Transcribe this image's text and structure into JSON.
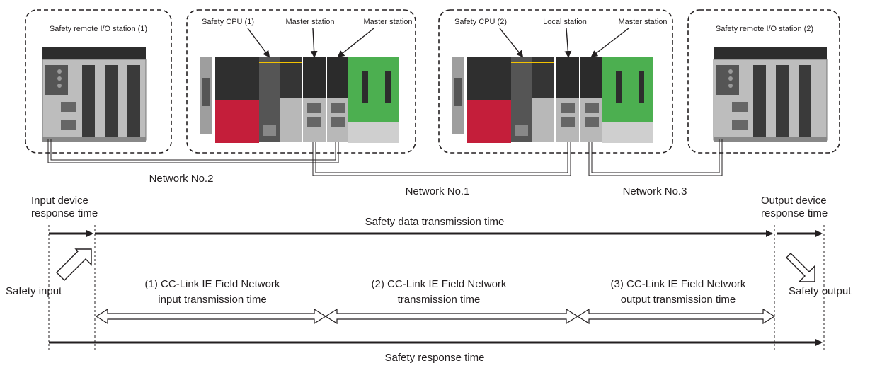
{
  "stations": {
    "remote1": "Safety remote I/O station (1)",
    "cpu1": "Safety CPU (1)",
    "master_a": "Master station",
    "master_b": "Master station",
    "cpu2": "Safety CPU (2)",
    "local": "Local station",
    "master_c": "Master station",
    "remote2": "Safety remote I/O station (2)"
  },
  "networks": {
    "net2": "Network No.2",
    "net1": "Network No.1",
    "net3": "Network No.3"
  },
  "timing": {
    "input_resp_1": "Input device",
    "input_resp_2": "response time",
    "output_resp_1": "Output device",
    "output_resp_2": "response time",
    "data_tx": "Safety data transmission time",
    "safety_input": "Safety input",
    "safety_output": "Safety output",
    "seg1_1": "(1) CC-Link IE Field Network",
    "seg1_2": "input transmission time",
    "seg2_1": "(2) CC-Link IE Field Network",
    "seg2_2": "transmission time",
    "seg3_1": "(3) CC-Link IE Field Network",
    "seg3_2": "output transmission time",
    "response": "Safety response time"
  },
  "colors": {
    "module_dark": "#3a3a3a",
    "module_grey": "#b4b4b4",
    "cpu_red": "#c41e3a",
    "board_green": "#4caf50",
    "accent_yellow": "#f2c200",
    "line": "#231f20"
  }
}
